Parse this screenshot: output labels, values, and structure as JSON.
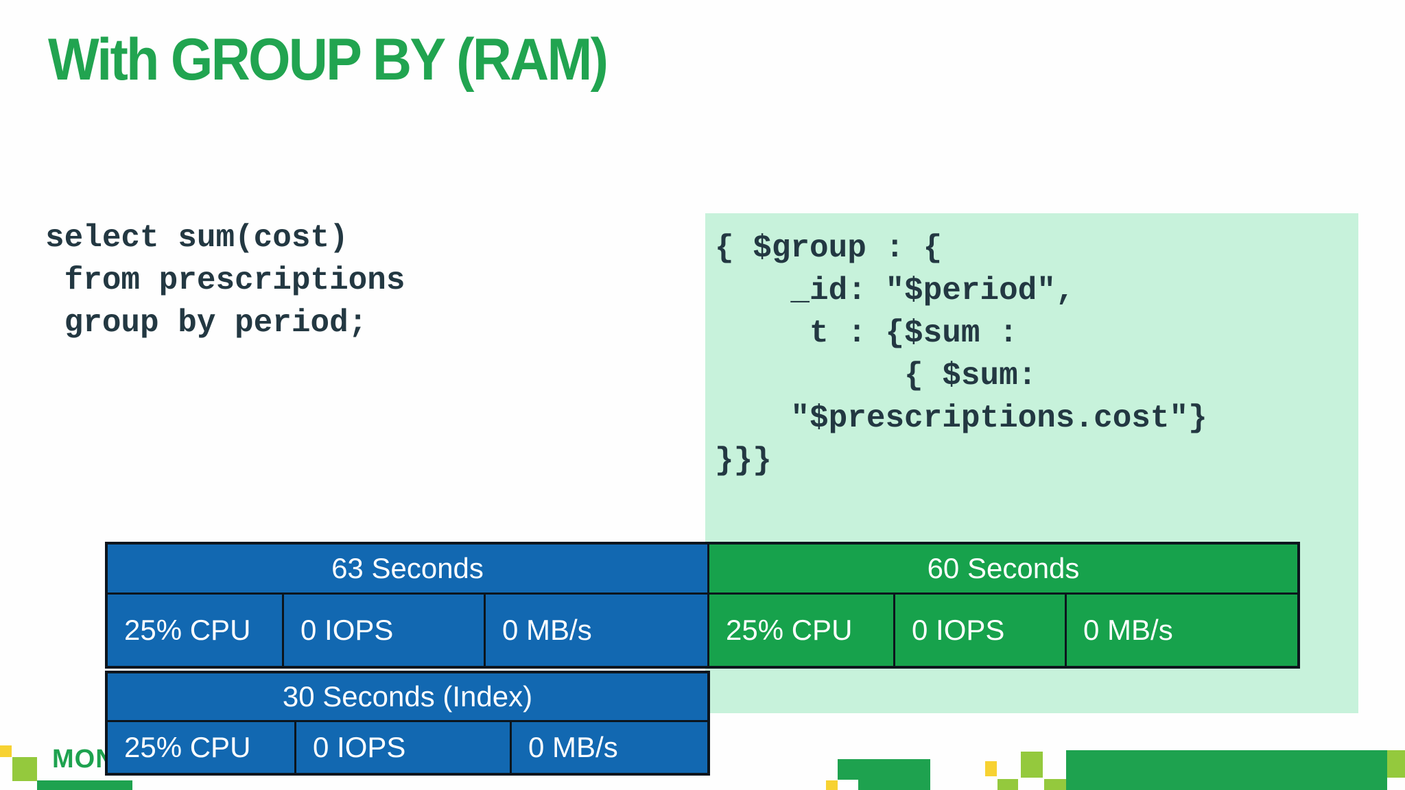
{
  "title": "With GROUP BY (RAM)",
  "sql": {
    "code": "select sum(cost)\n from prescriptions\n group by period;"
  },
  "mongo": {
    "code": "{ $group : {\n    _id: \"$period\",\n     t : {$sum :\n          { $sum:\n    \"$prescriptions.cost\"}\n}}}"
  },
  "tables": [
    {
      "header": "63 Seconds",
      "cells": [
        "25% CPU",
        "0 IOPS",
        "0 MB/s"
      ]
    },
    {
      "header": "60 Seconds",
      "cells": [
        "25% CPU",
        "0 IOPS",
        "0 MB/s"
      ]
    },
    {
      "header": "30 Seconds (Index)",
      "cells": [
        "25% CPU",
        "0 IOPS",
        "0 MB/s"
      ]
    }
  ],
  "footer": {
    "wordmark": "MON"
  },
  "colors": {
    "accent_green": "#21a450",
    "table_blue": "#1268b1",
    "table_green": "#17a24c",
    "code_box_mint": "#c7f2db",
    "code_text": "#233842",
    "deco_yellow": "#f7d232",
    "deco_light_green": "#94c93d",
    "deco_dark_green": "#1ea24f"
  }
}
